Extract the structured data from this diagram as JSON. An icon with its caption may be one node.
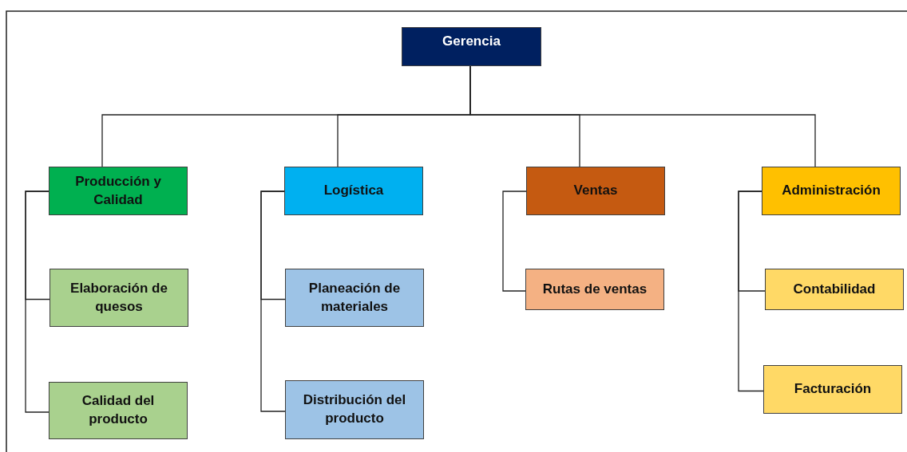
{
  "diagram": {
    "nodes": [
      {
        "text": [
          "Gerencia"
        ]
      },
      {
        "text": [
          "Producción y Calidad"
        ]
      },
      {
        "text": [
          "Elaboración de quesos"
        ]
      },
      {
        "text": [
          "Calidad del producto"
        ]
      },
      {
        "text": [
          "Logística"
        ]
      },
      {
        "text": [
          "Planeación de materiales"
        ]
      },
      {
        "text": [
          "Distribución del producto"
        ]
      },
      {
        "text": [
          "Ventas"
        ]
      },
      {
        "text": [
          "Rutas de ventas"
        ]
      },
      {
        "text": [
          "Administración"
        ]
      },
      {
        "text": [
          "Contabilidad"
        ]
      },
      {
        "text": [
          "Facturación"
        ]
      }
    ],
    "edges": [
      {
        "from": 0,
        "to": 1,
        "arrow": "none"
      },
      {
        "from": 0,
        "to": 4,
        "arrow": "none"
      },
      {
        "from": 0,
        "to": 7,
        "arrow": "none"
      },
      {
        "from": 0,
        "to": 9,
        "arrow": "none"
      },
      {
        "from": 1,
        "to": 2,
        "arrow": "none"
      },
      {
        "from": 1,
        "to": 3,
        "arrow": "none"
      },
      {
        "from": 4,
        "to": 5,
        "arrow": "none"
      },
      {
        "from": 4,
        "to": 6,
        "arrow": "none"
      },
      {
        "from": 7,
        "to": 8,
        "arrow": "none"
      },
      {
        "from": 9,
        "to": 10,
        "arrow": "none"
      },
      {
        "from": 9,
        "to": 11,
        "arrow": "none"
      }
    ]
  }
}
